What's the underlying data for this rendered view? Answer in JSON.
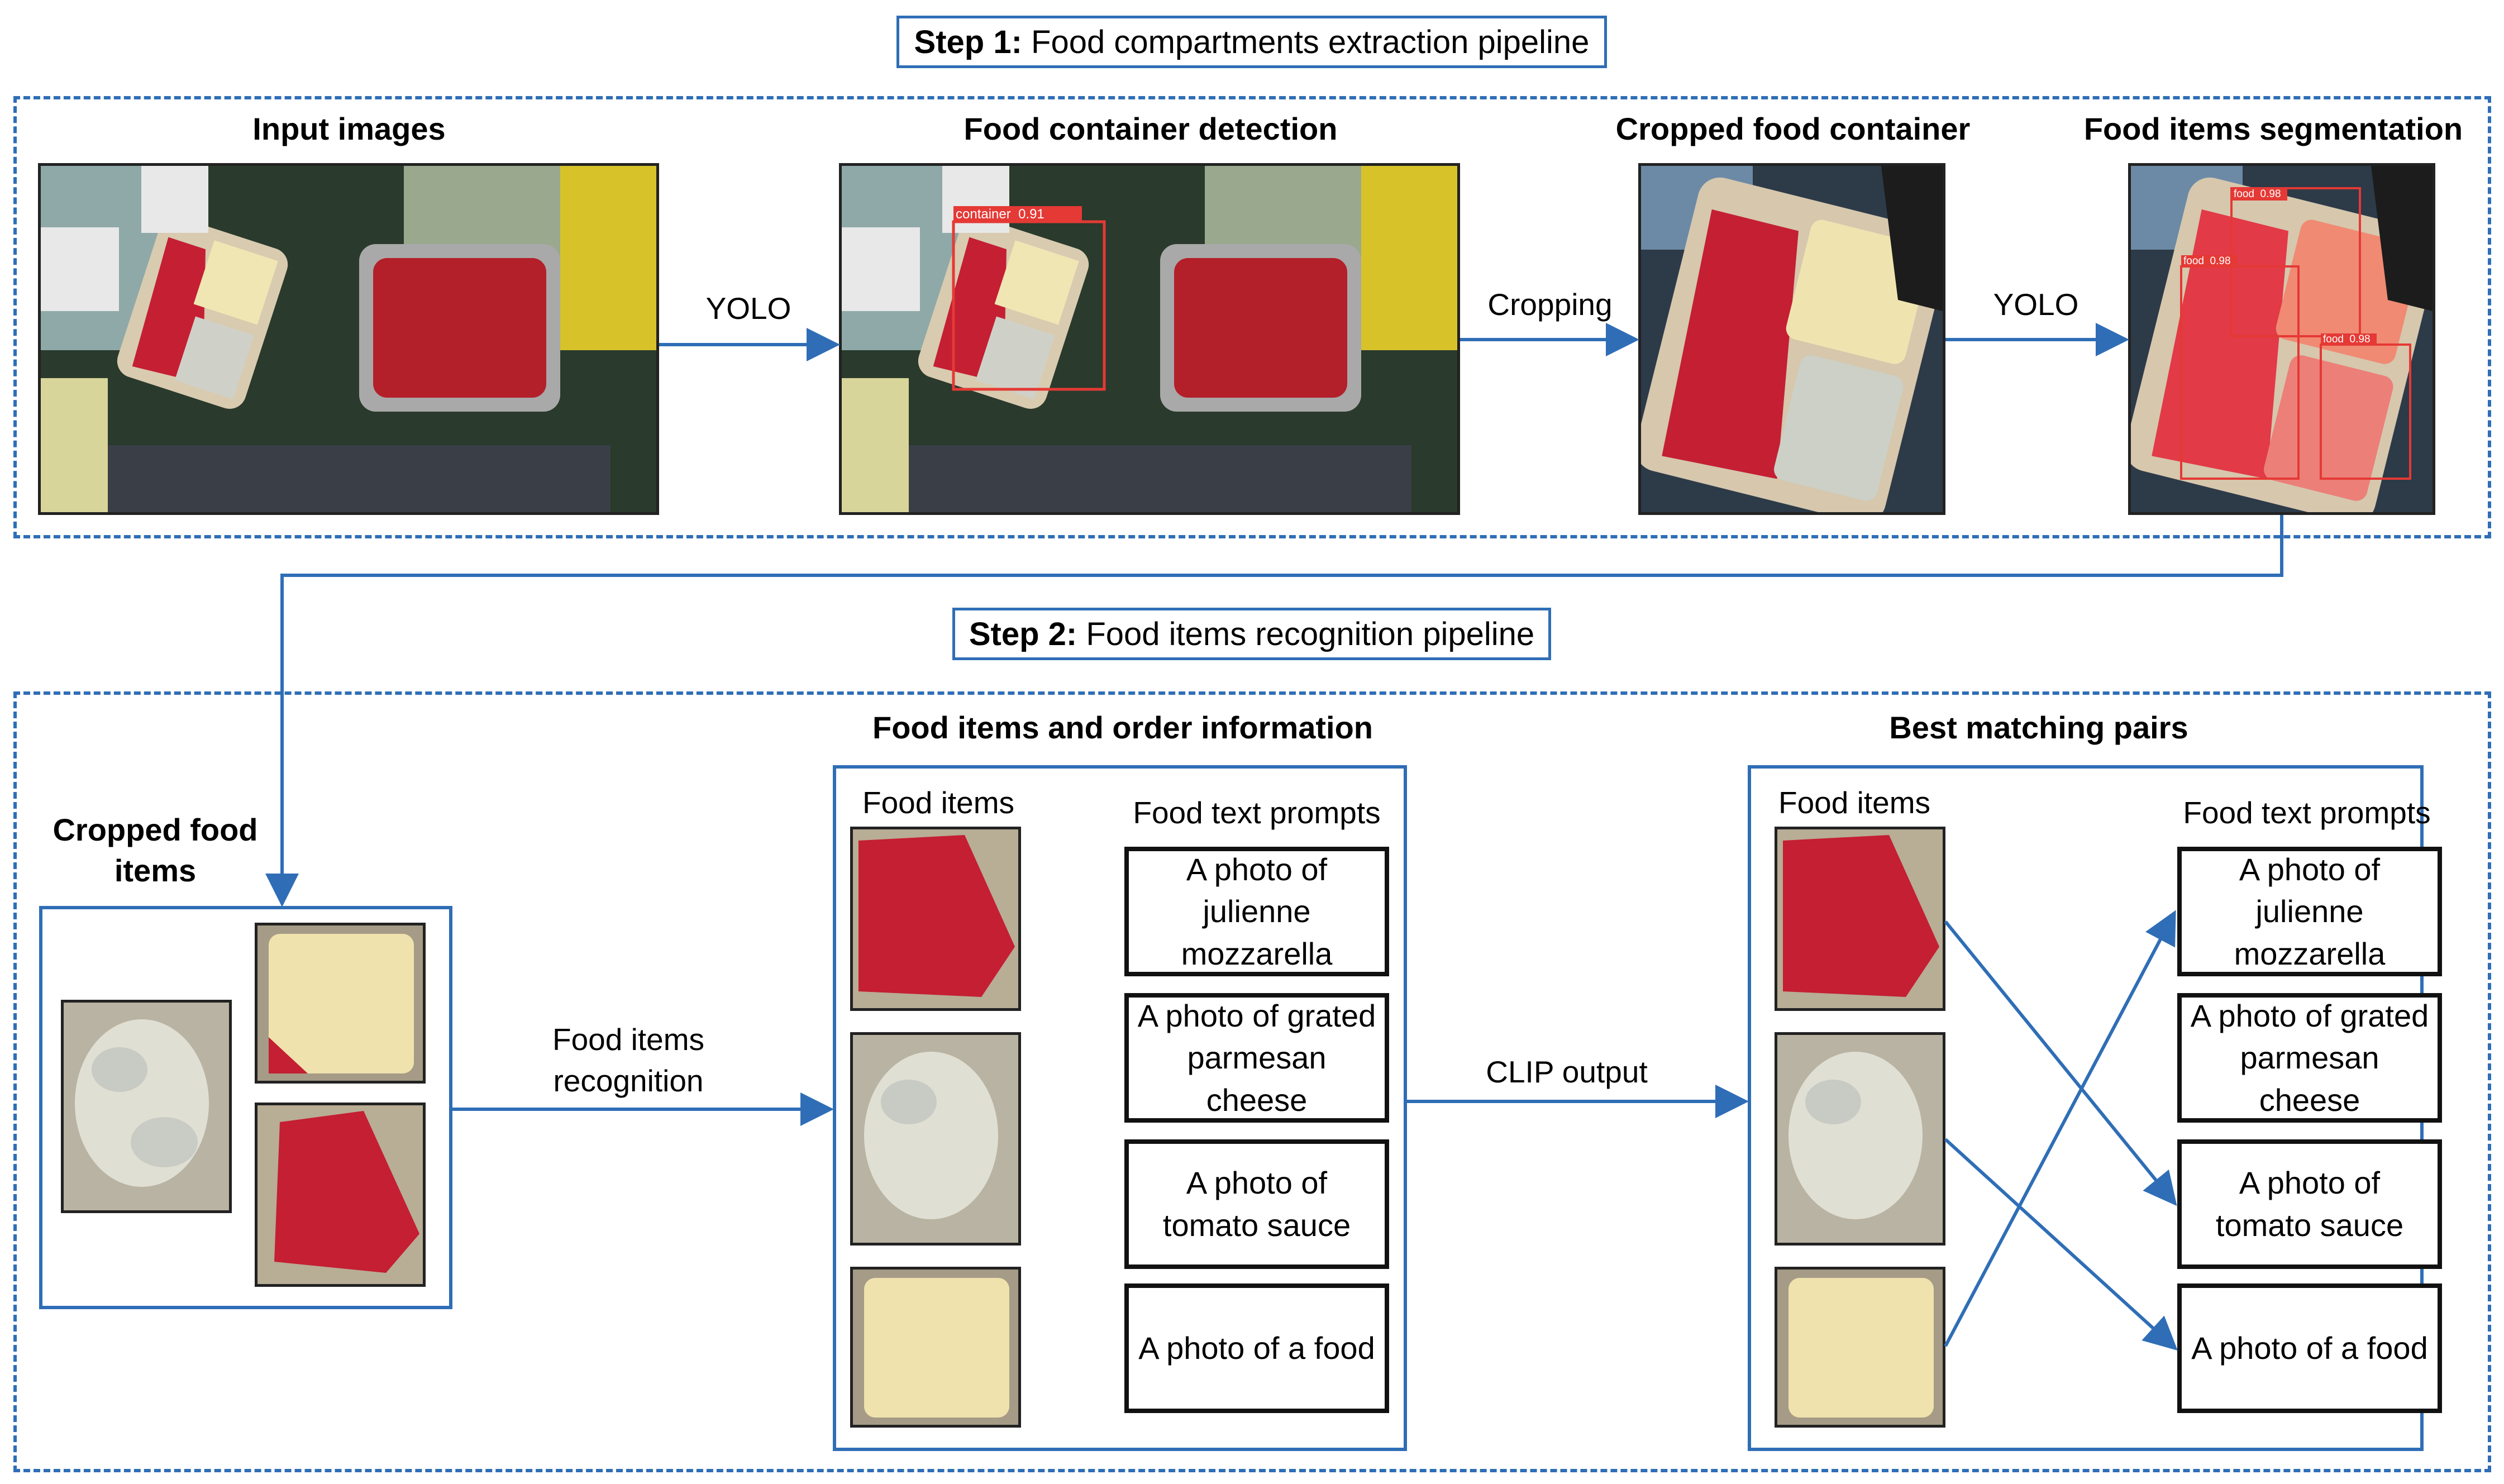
{
  "step1": {
    "label_bold": "Step 1:",
    "label_rest": " Food compartments extraction pipeline",
    "headers": {
      "input": "Input images",
      "detection": "Food container detection",
      "cropped": "Cropped food container",
      "segmentation": "Food items segmentation"
    },
    "arrows": {
      "a1": "YOLO",
      "a2": "Cropping",
      "a3": "YOLO"
    },
    "detection_box": "container  0.91",
    "seg_boxes": [
      "food  0.98",
      "food  0.98",
      "food  0.98"
    ]
  },
  "step2": {
    "label_bold": "Step 2:",
    "label_rest": " Food items recognition pipeline",
    "cropped_items": "Cropped food items",
    "arrow_recognition": "Food items recognition",
    "arrow_clip": "CLIP output",
    "panel_left": {
      "title": "Food items and order information",
      "items_label": "Food items",
      "prompts_label": "Food text prompts",
      "prompts": [
        "A photo of julienne mozzarella",
        "A photo of grated parmesan cheese",
        "A photo of tomato sauce",
        "A photo of a food"
      ]
    },
    "panel_right": {
      "title": "Best matching pairs",
      "items_label": "Food items",
      "prompts_label": "Food text prompts",
      "prompts": [
        "A photo of julienne mozzarella",
        "A photo of grated parmesan cheese",
        "A photo of tomato sauce",
        "A photo of a food"
      ]
    }
  },
  "colors": {
    "accent": "#2f6eb6",
    "detect": "#e53935",
    "sauce": "#c8202e"
  }
}
